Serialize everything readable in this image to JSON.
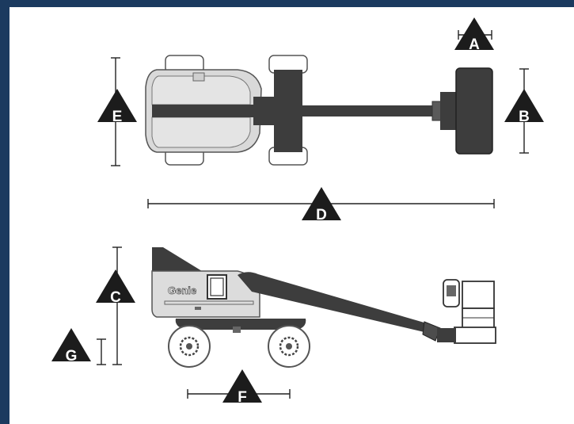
{
  "dimensions": {
    "a": "A",
    "b": "B",
    "c": "C",
    "d": "D",
    "e": "E",
    "f": "F",
    "g": "G"
  },
  "branding": {
    "logo_text": "Genie"
  },
  "colors": {
    "frame": "#1b3a5f",
    "body_gray": "#d9d9d9",
    "boom_dark": "#3d3d3d",
    "label_triangle": "#1c1c1c"
  }
}
